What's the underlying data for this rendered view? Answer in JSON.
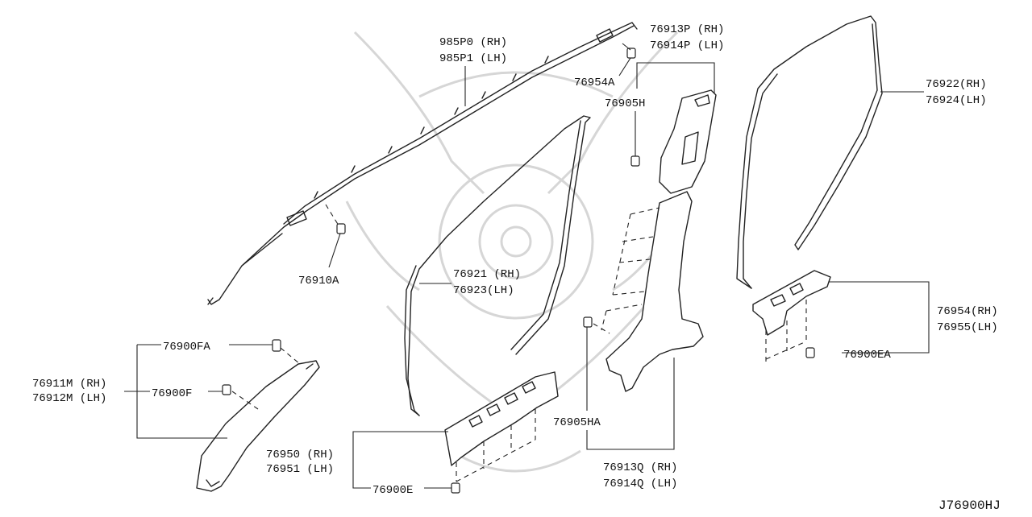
{
  "diagram_id": "J76900HJ",
  "parts": {
    "roof_airbag": {
      "line1": "985P0 (RH)",
      "line2": "985P1 (LH)"
    },
    "rear_pillar_finisher": {
      "line1": "76913P (RH)",
      "line2": "76914P (LH)"
    },
    "clip_76954A": "76954A",
    "clip_76905H": "76905H",
    "rear_door_weatherstrip": {
      "line1": "76922(RH)",
      "line2": "76924(LH)"
    },
    "clip_76910A": "76910A",
    "front_door_weatherstrip": {
      "line1": "76921 (RH)",
      "line2": "76923(LH)"
    },
    "rear_kicking_plate": {
      "line1": "76954(RH)",
      "line2": "76955(LH)"
    },
    "clip_76900EA": "76900EA",
    "clip_76900FA": "76900FA",
    "front_pillar_finisher": {
      "line1": "76911M (RH)",
      "line2": "76912M (LH)"
    },
    "clip_76900F": "76900F",
    "clip_76905HA": "76905HA",
    "front_kicking_plate": {
      "line1": "76950 (RH)",
      "line2": "76951 (LH)"
    },
    "center_pillar_lower": {
      "line1": "76913Q (RH)",
      "line2": "76914Q (LH)"
    },
    "clip_76900E": "76900E"
  }
}
